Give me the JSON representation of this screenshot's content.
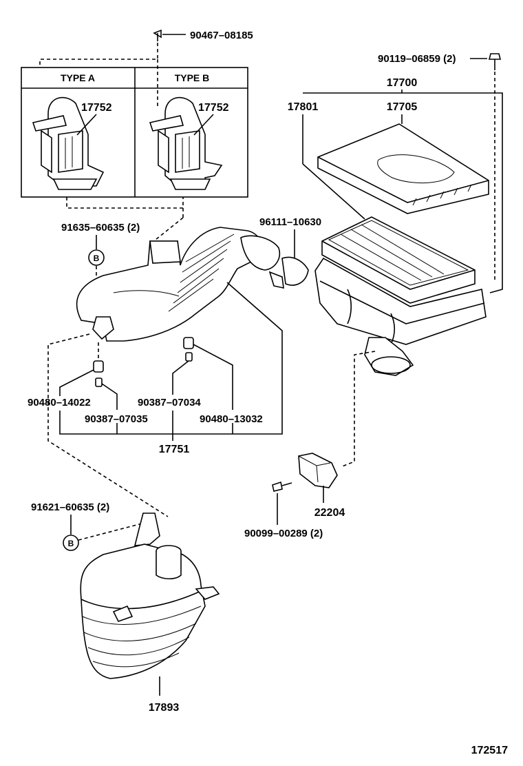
{
  "parts": {
    "p90467": "90467–08185",
    "p90119": "90119–06859 (2)",
    "p17700": "17700",
    "p17801": "17801",
    "p17705": "17705",
    "p17752a": "17752",
    "p17752b": "17752",
    "p91635": "91635–60635 (2)",
    "p96111": "96111–10630",
    "p90480a": "90480–14022",
    "p90387a": "90387–07035",
    "p90387b": "90387–07034",
    "p90480b": "90480–13032",
    "p17751": "17751",
    "p91621": "91621–60635 (2)",
    "p22204": "22204",
    "p90099": "90099–00289 (2)",
    "p17893": "17893"
  },
  "type_box": {
    "type_a": "TYPE A",
    "type_b": "TYPE B"
  },
  "markers": {
    "b1": "B",
    "b2": "B"
  },
  "footer": {
    "diagram_no": "172517"
  }
}
